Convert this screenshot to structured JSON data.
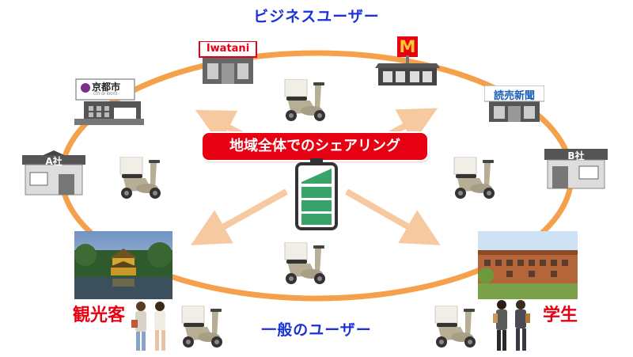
{
  "diagram": {
    "top_heading": "ビジネスユーザー",
    "bottom_heading": "一般のユーザー",
    "center_banner": "地域全体でのシェアリング",
    "businesses": [
      {
        "name": "京都市",
        "subtitle": "CITY OF KYOTO"
      },
      {
        "name": "Iwatani"
      },
      {
        "name": "McDonald's",
        "logo_text": "M"
      },
      {
        "name": "読売新聞"
      },
      {
        "name": "A社"
      },
      {
        "name": "B社"
      }
    ],
    "consumers": {
      "tourists": "観光客",
      "students": "学生"
    },
    "colors": {
      "ring": "#f5a04a",
      "arrow": "#f7c9a0",
      "heading": "#1a32d8",
      "label": "#e60012",
      "battery": "#3aa36a"
    }
  }
}
